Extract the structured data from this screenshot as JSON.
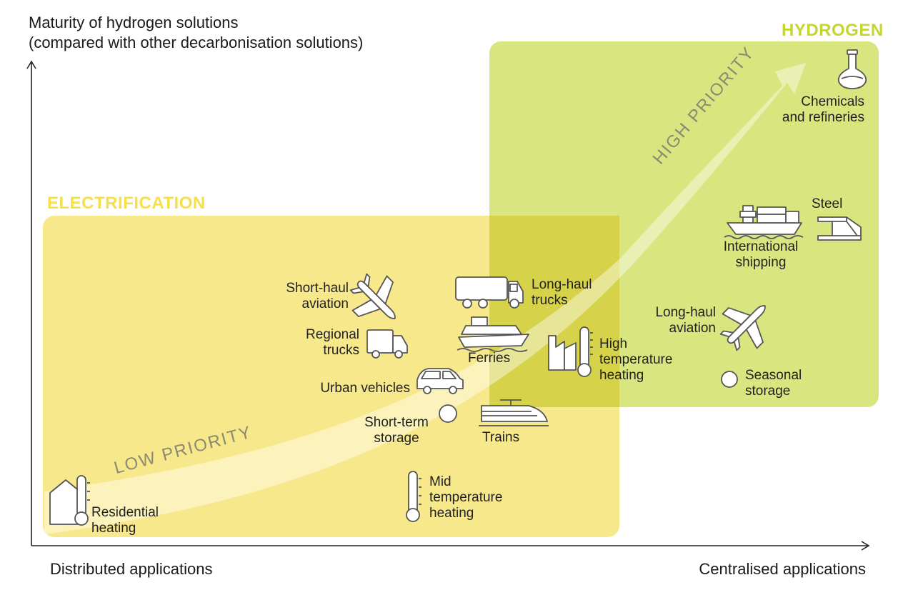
{
  "title": {
    "line1": "Maturity of hydrogen solutions",
    "line2": "(compared with other decarbonisation solutions)"
  },
  "zones": {
    "electrification": "ELECTRIFICATION",
    "hydrogen": "HYDROGEN"
  },
  "priority": {
    "low": "LOW PRIORITY",
    "high": "HIGH PRIORITY"
  },
  "axis": {
    "x_left": "Distributed applications",
    "x_right": "Centralised applications"
  },
  "colors": {
    "electrification_zone": "#f8e88c",
    "electrification_label": "#f5e04a",
    "hydrogen_zone": "#d9e57e",
    "hydrogen_label": "#c5d62f",
    "overlap_zone": "#d6d24a",
    "arrow": "#ffffff"
  },
  "applications": {
    "chemicals": {
      "line1": "Chemicals",
      "line2": "and refineries",
      "icon": "flask-icon"
    },
    "steel": {
      "line1": "Steel",
      "icon": "steel-beam-icon"
    },
    "intl_shipping": {
      "line1": "International",
      "line2": "shipping",
      "icon": "cargo-ship-icon"
    },
    "longhaul_aviation": {
      "line1": "Long-haul",
      "line2": "aviation",
      "icon": "airplane-icon"
    },
    "seasonal_storage": {
      "line1": "Seasonal",
      "line2": "storage",
      "icon": "circle-icon"
    },
    "shorthaul_aviation": {
      "line1": "Short-haul",
      "line2": "aviation",
      "icon": "airplane-icon"
    },
    "longhaul_trucks": {
      "line1": "Long-haul",
      "line2": "trucks",
      "icon": "truck-icon"
    },
    "regional_trucks": {
      "line1": "Regional",
      "line2": "trucks",
      "icon": "van-icon"
    },
    "ferries": {
      "line1": "Ferries",
      "icon": "ferry-icon"
    },
    "high_temp_heating": {
      "line1": "High",
      "line2": "temperature",
      "line3": "heating",
      "icon": "factory-thermometer-icon"
    },
    "urban_vehicles": {
      "line1": "Urban vehicles",
      "icon": "car-icon"
    },
    "shortterm_storage": {
      "line1": "Short-term",
      "line2": "storage",
      "icon": "circle-icon"
    },
    "trains": {
      "line1": "Trains",
      "icon": "train-icon"
    },
    "mid_temp_heating": {
      "line1": "Mid",
      "line2": "temperature",
      "line3": "heating",
      "icon": "thermometer-icon"
    },
    "residential_heating": {
      "line1": "Residential",
      "line2": "heating",
      "icon": "house-thermometer-icon"
    }
  }
}
